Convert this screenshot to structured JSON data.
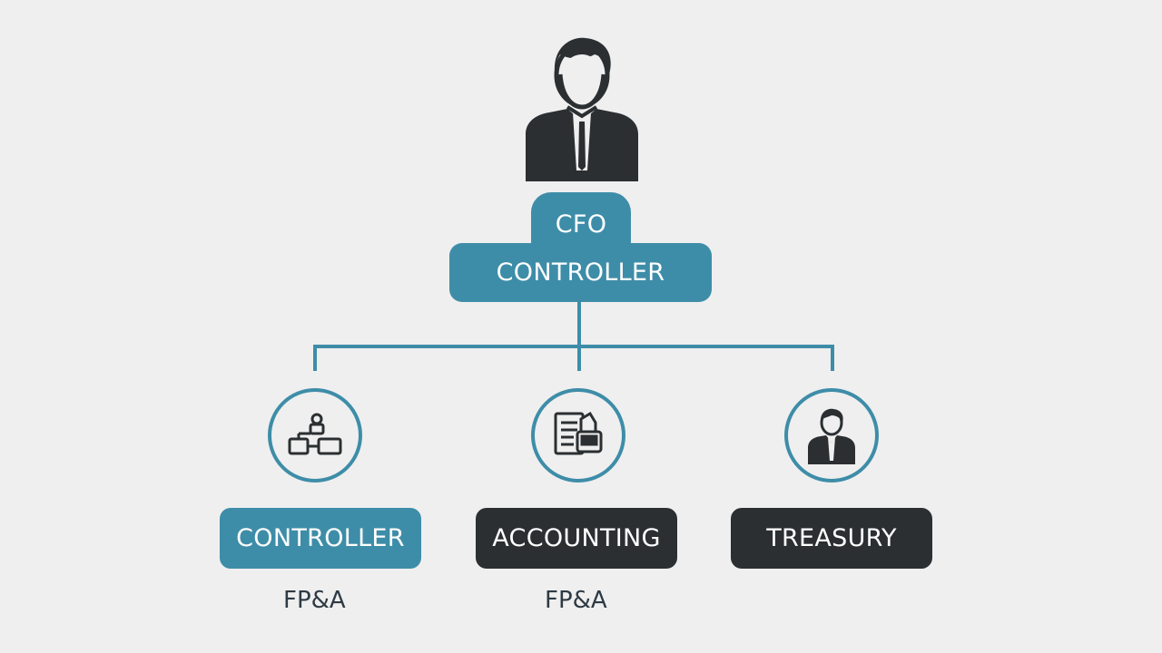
{
  "diagram": {
    "top_person_icon": "executive-person-icon",
    "cfo_label": "CFO",
    "main_controller_label": "CONTROLLER",
    "departments": [
      {
        "icon": "org-structure-icon",
        "label": "CONTROLLER",
        "sublabel": "FP&A",
        "color": "#3e8da8"
      },
      {
        "icon": "accounting-documents-icon",
        "label": "ACCOUNTING",
        "sublabel": "FP&A",
        "color": "#2b2f31"
      },
      {
        "icon": "treasury-person-icon",
        "label": "TREASURY",
        "sublabel": "",
        "color": "#2b2f31"
      }
    ],
    "colors": {
      "accent": "#3e8da8",
      "dark": "#2b2f31",
      "background": "#efefef"
    }
  }
}
